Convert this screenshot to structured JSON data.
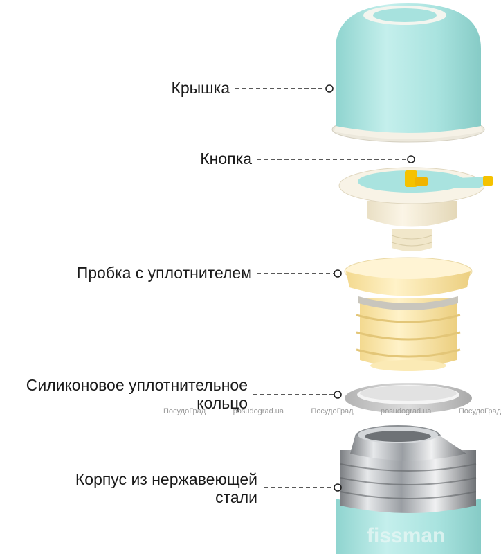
{
  "labels": {
    "lid": "Крышка",
    "button": "Кнопка",
    "stopper": "Пробка с уплотнителем",
    "ring_line1": "Силиконовое уплотнительное",
    "ring_line2": "кольцо",
    "body_line1": "Корпус из нержавеющей",
    "body_line2": "стали"
  },
  "watermarks": [
    "ПосудоГрад",
    "posudograd.ua",
    "ПосудоГрад",
    "posudograd.ua",
    "ПосудоГрад"
  ],
  "brand": "fissman",
  "colors": {
    "mint": "#a9e3df",
    "cream": "#f6eed8",
    "yellow_part": "#fde9b3",
    "gray_ring": "#c9c9c9",
    "steel": "#b8bcc0",
    "accent_yellow": "#f5c200"
  }
}
